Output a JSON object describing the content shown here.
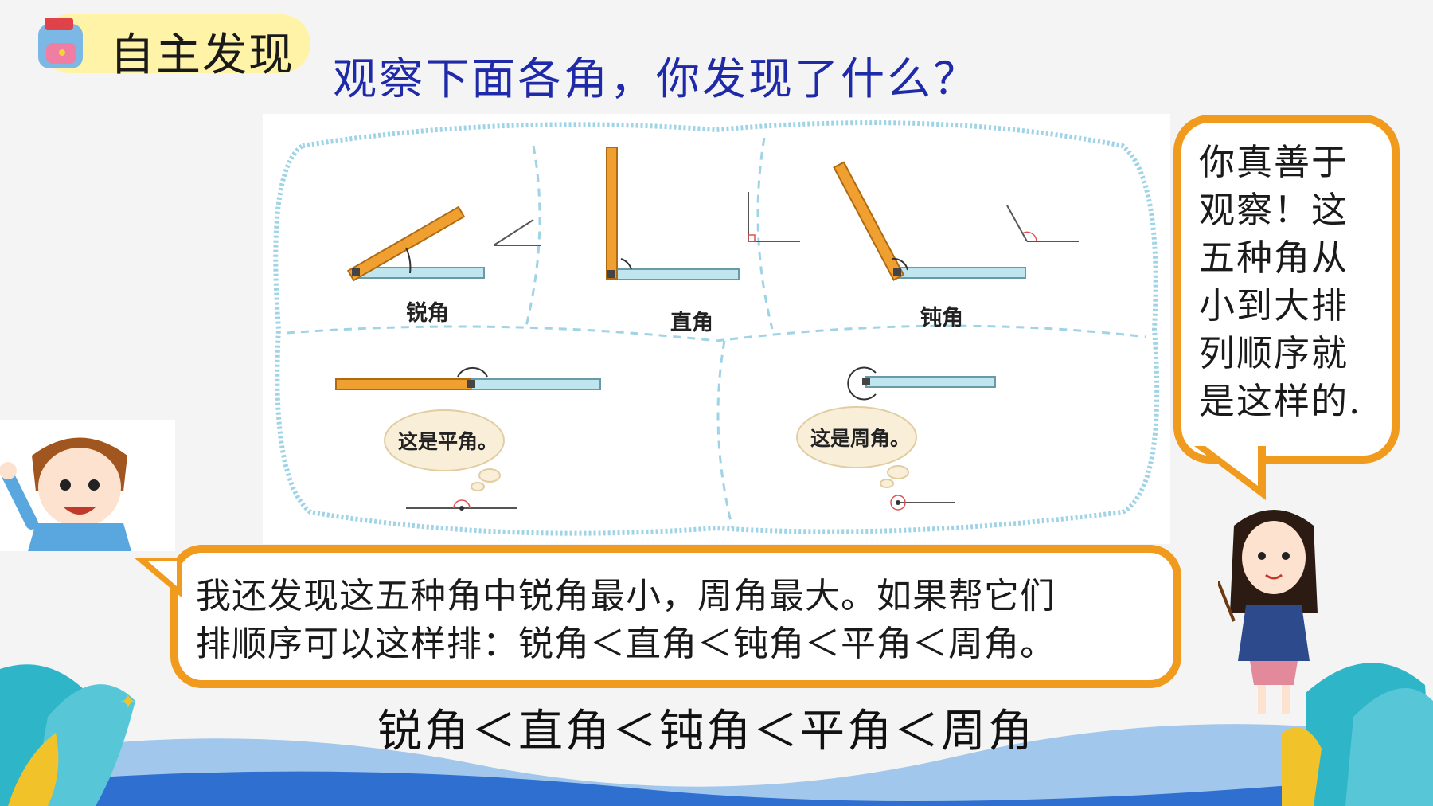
{
  "header": {
    "section_title": "自主发现"
  },
  "question": "观察下面各角，你发现了什么？",
  "figure": {
    "angles": [
      {
        "label": "锐角"
      },
      {
        "label": "直角"
      },
      {
        "label": "钝角"
      },
      {
        "label": "这是平角。"
      },
      {
        "label": "这是周角。"
      }
    ]
  },
  "teacher_bubble": {
    "lines": [
      "你真善于",
      "观察！这",
      "五种角从",
      "小到大排",
      "列顺序就",
      "是这样的."
    ]
  },
  "boy_bubble": {
    "line1": "我还发现这五种角中锐角最小，周角最大。如果帮它们",
    "line2": "排顺序可以这样排：锐角＜直角＜钝角＜平角＜周角。"
  },
  "bottom_formula": "锐角＜直角＜钝角＜平角＜周角",
  "colors": {
    "accent_orange": "#f09a1e",
    "title_blue": "#1f2aa8",
    "badge_yellow": "#fff3a8",
    "stick_blue": "#bfe6ee",
    "stick_orange": "#f0a030"
  }
}
